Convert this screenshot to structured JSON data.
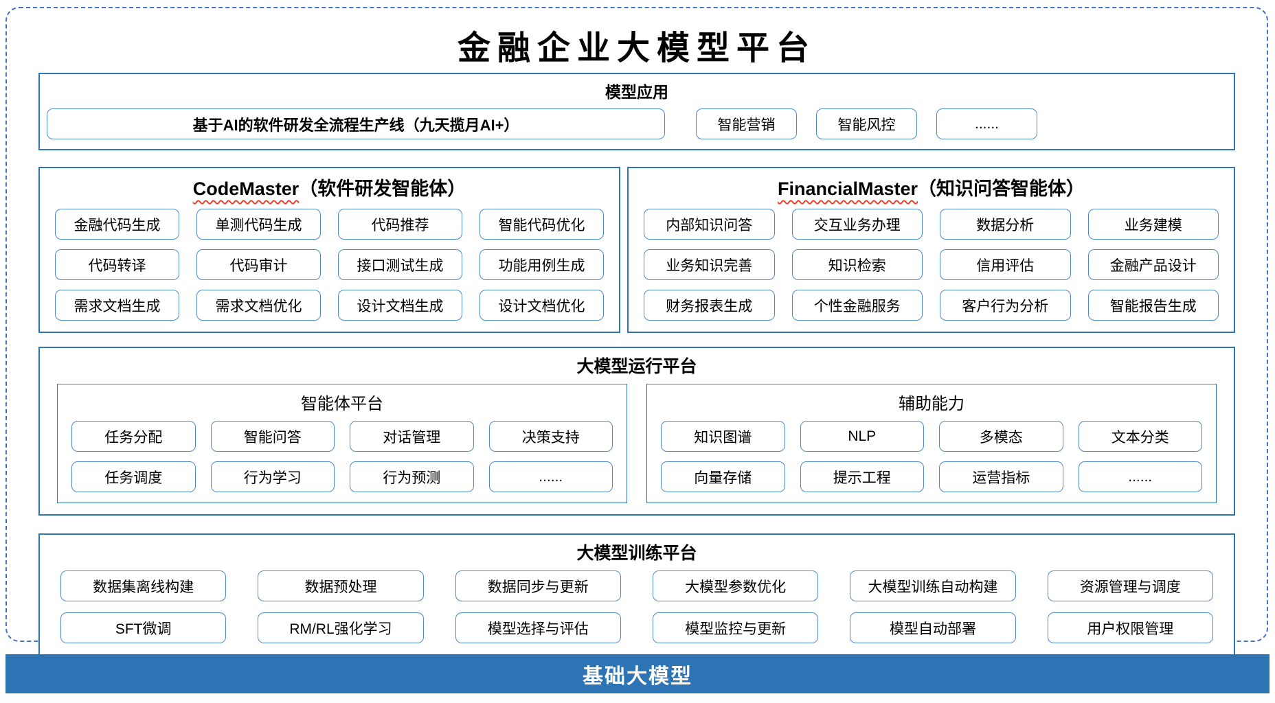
{
  "title": "金融企业大模型平台",
  "colors": {
    "outer_dashed_border": "#4472C4",
    "panel_border": "#2E74B5",
    "chip_border": "#4E89CA",
    "squiggle_underline": "#E8432E",
    "foundation_bg": "#2E74B5",
    "foundation_text": "#FFFFFF"
  },
  "model_app": {
    "header": "模型应用",
    "pipeline_label": "基于AI的软件研发全流程生产线（九天揽月AI+）",
    "items": [
      "智能营销",
      "智能风控",
      "......"
    ]
  },
  "code_master": {
    "title_en": "CodeMaster",
    "title_zh": "（软件研发智能体）",
    "items": [
      "金融代码生成",
      "单测代码生成",
      "代码推荐",
      "智能代码优化",
      "代码转译",
      "代码审计",
      "接口测试生成",
      "功能用例生成",
      "需求文档生成",
      "需求文档优化",
      "设计文档生成",
      "设计文档优化"
    ]
  },
  "financial_master": {
    "title_en": "FinancialMaster",
    "title_zh": "（知识问答智能体）",
    "items": [
      "内部知识问答",
      "交互业务办理",
      "数据分析",
      "业务建模",
      "业务知识完善",
      "知识检索",
      "信用评估",
      "金融产品设计",
      "财务报表生成",
      "个性金融服务",
      "客户行为分析",
      "智能报告生成"
    ]
  },
  "runtime_platform": {
    "header": "大模型运行平台",
    "agent_platform": {
      "title": "智能体平台",
      "items": [
        "任务分配",
        "智能问答",
        "对话管理",
        "决策支持",
        "任务调度",
        "行为学习",
        "行为预测",
        "......"
      ]
    },
    "auxiliary": {
      "title": "辅助能力",
      "items": [
        "知识图谱",
        "NLP",
        "多模态",
        "文本分类",
        "向量存储",
        "提示工程",
        "运营指标",
        "......"
      ]
    }
  },
  "training_platform": {
    "header": "大模型训练平台",
    "items": [
      "数据集离线构建",
      "数据预处理",
      "数据同步与更新",
      "大模型参数优化",
      "大模型训练自动构建",
      "资源管理与调度",
      "SFT微调",
      "RM/RL强化学习",
      "模型选择与评估",
      "模型监控与更新",
      "模型自动部署",
      "用户权限管理"
    ]
  },
  "foundation": {
    "label": "基础大模型"
  }
}
